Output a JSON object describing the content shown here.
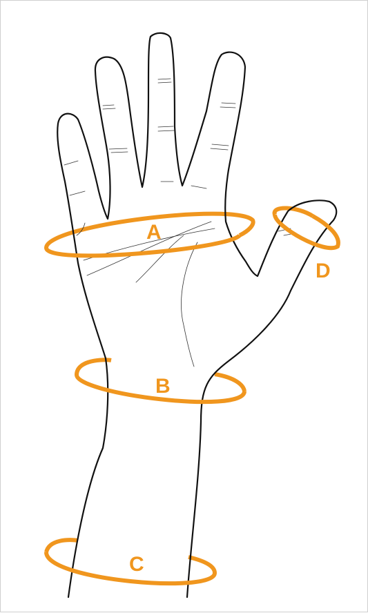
{
  "diagram": {
    "accent_color": "#f0961e",
    "line_color": "#111111",
    "measurements": [
      {
        "id": "A",
        "label": "A",
        "location": "palm"
      },
      {
        "id": "B",
        "label": "B",
        "location": "wrist"
      },
      {
        "id": "C",
        "label": "C",
        "location": "forearm"
      },
      {
        "id": "D",
        "label": "D",
        "location": "thumb"
      }
    ]
  }
}
